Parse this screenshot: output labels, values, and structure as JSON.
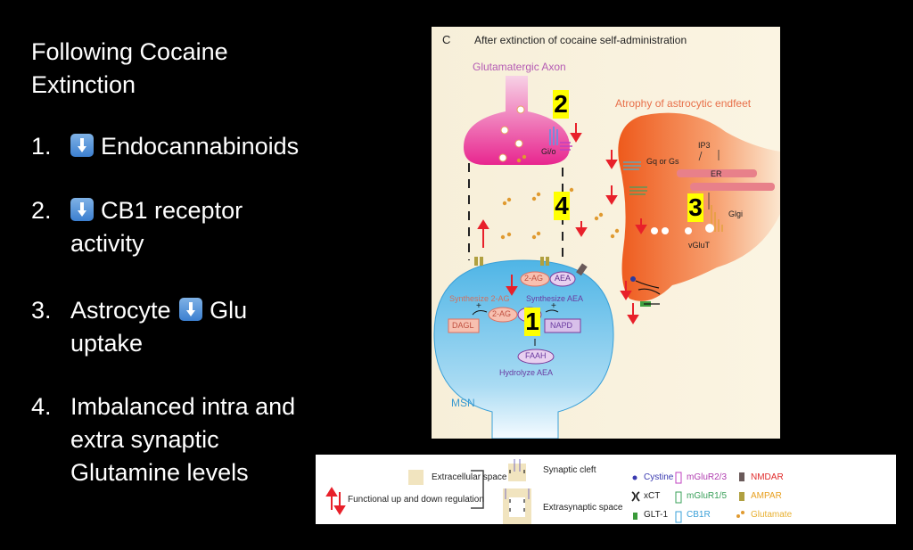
{
  "slide": {
    "title_line1": "Following  Cocaine",
    "title_line2": "Extinction",
    "items": [
      {
        "number": "1.",
        "icon": "down-arrow-emoji",
        "lines": [
          "Endocannabinoids"
        ]
      },
      {
        "number": "2.",
        "icon": "down-arrow-emoji",
        "lines": [
          "CB1 receptor",
          "activity"
        ]
      },
      {
        "number": "3.",
        "lines": [
          "Astrocyte",
          "Glu",
          "uptake"
        ],
        "icon": "down-arrow-emoji"
      },
      {
        "number": "4.",
        "lines": [
          "Imbalanced intra and",
          "extra synaptic",
          "Glutamine levels"
        ]
      }
    ]
  },
  "diagram": {
    "panel_letter": "C",
    "title": "After extinction of cocaine self-administration",
    "axon_label": "Glutamatergic Axon",
    "astro_label": "Atrophy of astrocytic endfeet",
    "gio": "Gi/o",
    "gq": "Gq or Gs",
    "ip3": "IP3",
    "er": "ER",
    "glgi": "Glgi",
    "vglut": "vGluT",
    "syn2ag": "Synthesize 2-AG",
    "synaea": "Synthesize AEA",
    "ag_top": "2-AG",
    "aea_top": "AEA",
    "ag_mid": "2-AG",
    "dagl": "DAGL",
    "napd": "NAPD",
    "faah": "FAAH",
    "hydro": "Hydrolyze AEA",
    "msn": "MSN",
    "plus": "+",
    "markers": [
      "1",
      "2",
      "3",
      "4"
    ],
    "colors": {
      "axon": "#e8268f",
      "msn": "#5bbbe8",
      "astrocyte": "#f06a2a",
      "marker": "#ffff00",
      "arrow": "#e8202a",
      "background": "#f8f0dc"
    }
  },
  "legend": {
    "extracellular": "Extracellular space",
    "updown": "Functional up and down regulation",
    "cleft": "Synaptic cleft",
    "extrasyn": "Extrasynaptic space",
    "items": [
      {
        "label": "Cystine",
        "color": "#3a3ab0"
      },
      {
        "label": "xCT",
        "color": "#222222"
      },
      {
        "label": "GLT-1",
        "color": "#222222"
      },
      {
        "label": "mGluR2/3",
        "color": "#b03cb0"
      },
      {
        "label": "mGluR1/5",
        "color": "#3aa05a"
      },
      {
        "label": "CB1R",
        "color": "#3aa0d8"
      },
      {
        "label": "NMDAR",
        "color": "#e02a2a"
      },
      {
        "label": "AMPAR",
        "color": "#e8a020"
      },
      {
        "label": "Glutamate",
        "color": "#e8b030"
      }
    ]
  }
}
